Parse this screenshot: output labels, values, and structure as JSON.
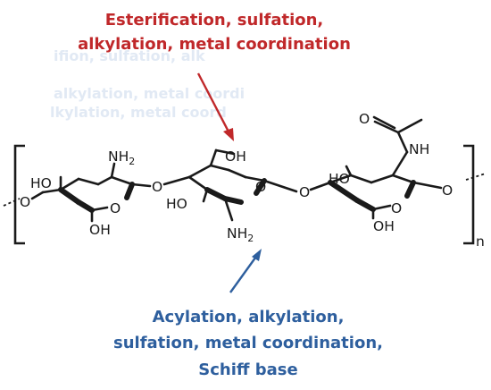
{
  "annotations": {
    "top": [
      "Esterification, sulfation,",
      "alkylation, metal coordination"
    ],
    "bottom": [
      "Acylation, alkylation,",
      "sulfation, metal coordination,",
      "Schiff base"
    ],
    "top_color": "#c0282a",
    "bottom_color": "#2e5f9e"
  },
  "structure": {
    "labels": {
      "ho1": "HO",
      "nh2a": "NH",
      "o1": "O",
      "oh1": "OH",
      "o_link1": "O",
      "oh2": "OH",
      "ho2": "HO",
      "o2": "O",
      "nh2b": "NH",
      "o_link2": "O",
      "ho3": "HO",
      "o3": "O",
      "oh3": "OH",
      "nh": "NH",
      "o_carbonyl": "O",
      "o_end": "O",
      "repeat": "n"
    },
    "subscripts": {
      "nh2a": "2",
      "nh2b": "2"
    }
  }
}
